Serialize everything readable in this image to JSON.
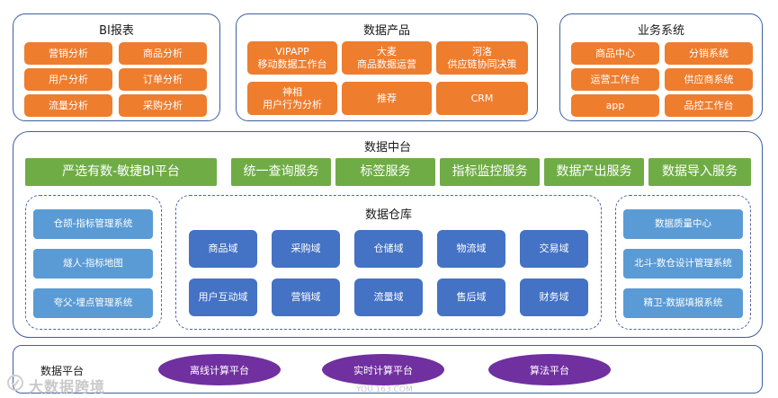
{
  "bi_report": {
    "title": "BI报表",
    "items": [
      "营销分析",
      "商品分析",
      "用户分析",
      "订单分析",
      "流量分析",
      "采购分析"
    ]
  },
  "data_products": {
    "title": "数据产品",
    "items": [
      "VIPAPP\n移动数据工作台",
      "大麦\n商品数据运营",
      "河洛\n供应链协同决策",
      "神相\n用户行为分析",
      "推荐",
      "CRM"
    ]
  },
  "business_systems": {
    "title": "业务系统",
    "items": [
      "商品中心",
      "分销系统",
      "运营工作台",
      "供应商系统",
      "app",
      "品控工作台"
    ]
  },
  "data_middle_platform": {
    "title": "数据中台",
    "services": [
      "严选有数-敏捷BI平台",
      "统一查询服务",
      "标签服务",
      "指标监控服务",
      "数据产出服务",
      "数据导入服务"
    ],
    "left_systems": [
      "仓颉-指标管理系统",
      "燧人-指标地图",
      "夸父-埋点管理系统"
    ],
    "warehouse": {
      "title": "数据仓库",
      "domains": [
        "商品域",
        "采购域",
        "仓储域",
        "物流域",
        "交易域",
        "用户互动域",
        "营销域",
        "流量域",
        "售后域",
        "财务域"
      ]
    },
    "right_systems": [
      "数据质量中心",
      "北斗-数仓设计管理系统",
      "精卫-数据填报系统"
    ]
  },
  "data_platform": {
    "title": "数据平台",
    "items": [
      "离线计算平台",
      "实时计算平台",
      "算法平台"
    ]
  },
  "watermark": {
    "brand": "大数据跨境",
    "site": "YOU.163.COM"
  },
  "colors": {
    "orange": "#ee7d2e",
    "green": "#6fac46",
    "light_blue": "#5b9bd5",
    "dark_blue": "#4472c4",
    "purple": "#7030a0",
    "border": "#3f5f9e"
  }
}
